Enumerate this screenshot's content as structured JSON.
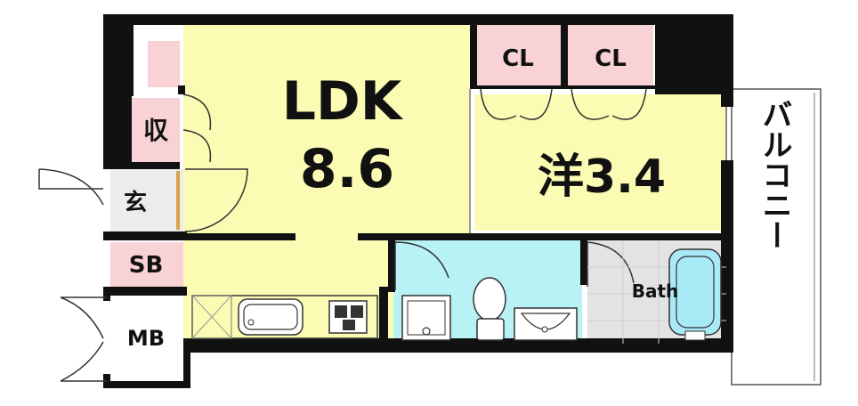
{
  "rooms": {
    "ldk": {
      "name": "LDK",
      "size": "8.6"
    },
    "western": {
      "name": "洋3.4"
    },
    "closet_1": "CL",
    "closet_2": "CL",
    "storage": "収",
    "entrance": "玄",
    "shoe_box": "SB",
    "meter_box": "MB",
    "bath": "Bath",
    "balcony": "バルコニー"
  },
  "colors": {
    "wall": "#111111",
    "ldk_floor": "#fbfbb4",
    "western_floor": "#fbfbb4",
    "closet": "#f8d2d4",
    "toilet_wash": "#b9f2f4",
    "bath": "#e3e3e3",
    "bathtub": "#a8eaf6",
    "entrance": "#ececec",
    "balcony": "#ffffff"
  }
}
